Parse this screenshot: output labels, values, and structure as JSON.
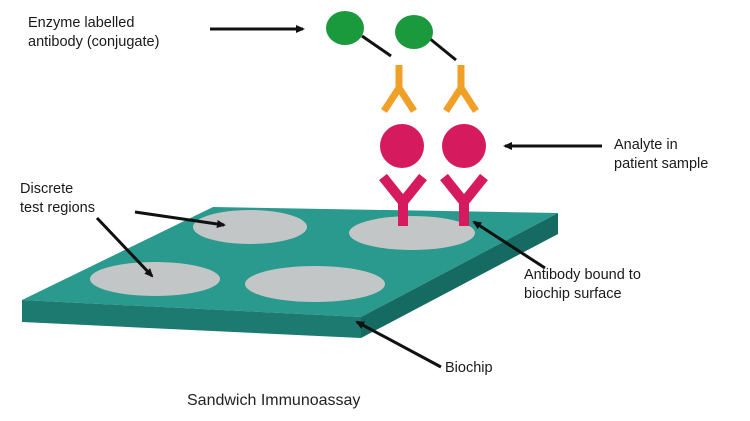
{
  "labels": {
    "conjugate_line1": "Enzyme labelled",
    "conjugate_line2": "antibody (conjugate)",
    "analyte_line1": "Analyte in",
    "analyte_line2": "patient sample",
    "regions_line1": "Discrete",
    "regions_line2": "test regions",
    "bound_line1": "Antibody bound to",
    "bound_line2": "biochip surface",
    "biochip": "Biochip"
  },
  "caption": "Sandwich Immunoassay",
  "colors": {
    "chip_top": "#2a9a8e",
    "chip_front": "#1c7a70",
    "chip_side": "#156a61",
    "test_region": "#c3c6c6",
    "enzyme": "#1a9a3c",
    "conjugate_antibody": "#f0a026",
    "analyte": "#d61a5e",
    "capture_antibody": "#d61a5e",
    "arrow": "#111111"
  },
  "icons": {
    "enzyme": "green-circle",
    "conjugate_antibody": "orange-y-shape",
    "analyte": "pink-circle",
    "capture_antibody": "pink-y-shape"
  }
}
